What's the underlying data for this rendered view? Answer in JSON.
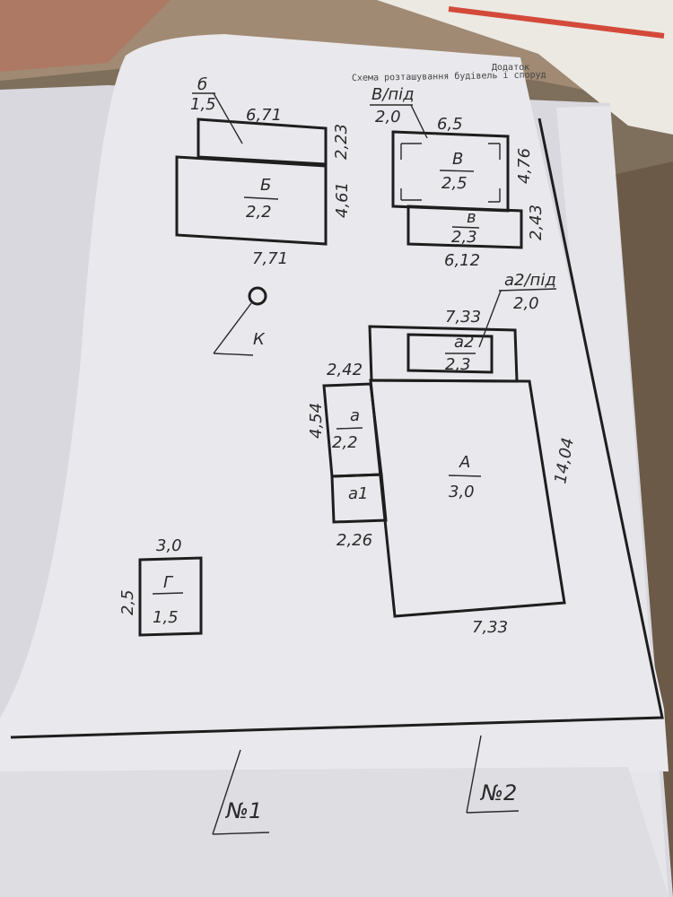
{
  "header": {
    "line1": "Додаток",
    "line2": "Схема розташування будівель і споруд"
  },
  "buildings": {
    "b_small": {
      "letter": "б",
      "height": "1,5",
      "length": "6,71",
      "width": "2,23"
    },
    "B_main": {
      "letter": "Б",
      "height": "2,2",
      "length": "7,71",
      "width": "4,61"
    },
    "V_cellar": {
      "letter": "В/під",
      "height": "2,0"
    },
    "V_main": {
      "letter": "В",
      "height": "2,5",
      "length": "6,5",
      "width": "4,76"
    },
    "v_small": {
      "letter": "в",
      "height": "2,3",
      "length": "6,12",
      "width": "2,43"
    },
    "a2_cellar": {
      "letter": "а2/під",
      "height": "2,0"
    },
    "a2": {
      "letter": "а2",
      "height": "2,3",
      "length": "7,33",
      "width": "2,42"
    },
    "a": {
      "letter": "а",
      "height": "2,2",
      "width": "4,54"
    },
    "a1": {
      "letter": "а1",
      "width": "2,26"
    },
    "A_main": {
      "letter": "А",
      "height": "3,0",
      "length": "7,33",
      "width": "14,04"
    },
    "G": {
      "letter": "Г",
      "height": "1,5",
      "length": "3,0",
      "width": "2,5"
    }
  },
  "well": {
    "letter": "К"
  },
  "boundaries": {
    "n1": "№1",
    "n2": "№2"
  }
}
